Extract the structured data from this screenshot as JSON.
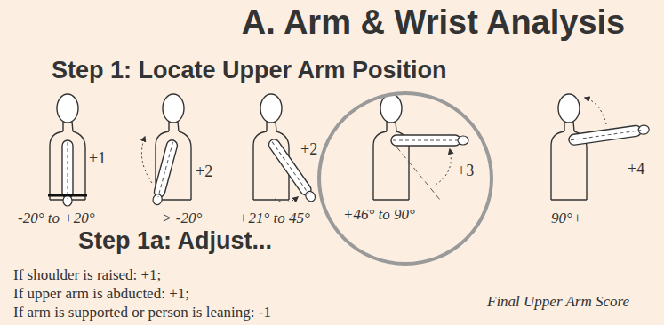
{
  "diagram": {
    "title": "A. Arm & Wrist Analysis",
    "nodes": [
      {
        "text": [
          "+3",
          "+46° to 90°"
        ]
      }
    ],
    "labels": [
      "Step 1: Locate Upper Arm Position",
      "+1",
      "-20° to +20°",
      "+2",
      "> -20°",
      "+2",
      "+21° to 45°",
      "+4",
      "90°+",
      "Step 1a: Adjust...",
      "If shoulder is raised: +1;",
      "If upper arm is abducted: +1;",
      "If arm is supported or person is leaning: -1",
      "Final Upper Arm Score"
    ]
  }
}
